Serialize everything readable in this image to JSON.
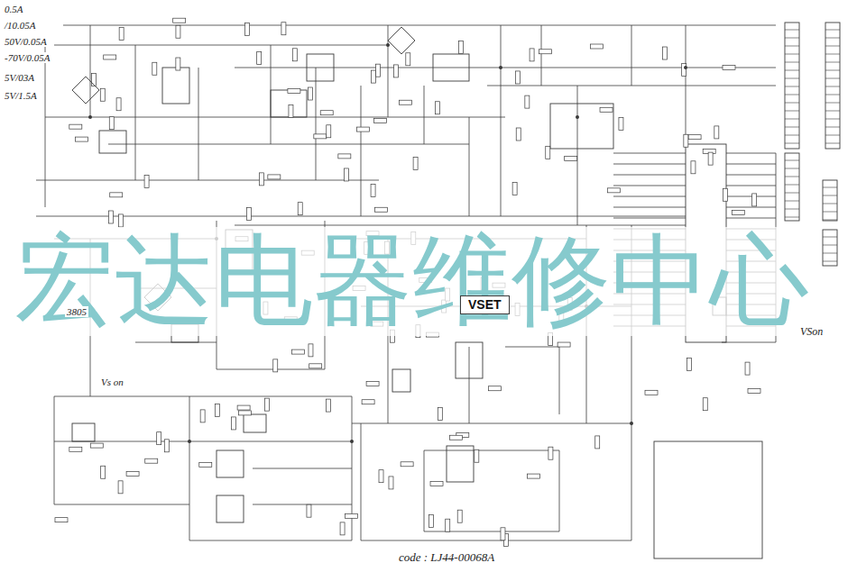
{
  "diagram": {
    "labels": [
      "宏达电器维修中心",
      "VSET",
      "code : LJ44-00068A",
      "0.5A",
      "/10.05A",
      "50V/0.05A",
      "-70V/0.05A",
      "5V/03A",
      "5V/1.5A",
      "3805",
      "Vs on",
      "VSon"
    ]
  }
}
